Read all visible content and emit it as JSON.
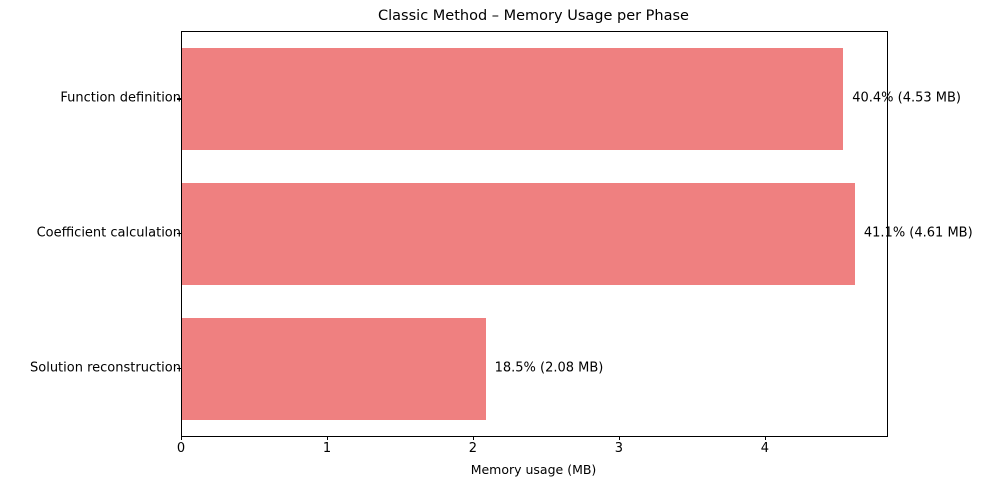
{
  "chart_data": {
    "type": "bar",
    "orientation": "horizontal",
    "title": "Classic Method – Memory Usage per Phase",
    "xlabel": "Memory usage (MB)",
    "ylabel": "",
    "categories": [
      "Solution reconstruction",
      "Coefficient calculation",
      "Function definition"
    ],
    "values": [
      2.08,
      4.61,
      4.53
    ],
    "percentages": [
      18.5,
      41.1,
      40.4
    ],
    "data_labels": [
      "18.5% (2.08 MB)",
      "41.1% (4.61 MB)",
      "40.4% (4.53 MB)"
    ],
    "xlim": [
      0,
      4.83
    ],
    "xticks": [
      0,
      1,
      2,
      3,
      4
    ],
    "xticklabels": [
      "0",
      "1",
      "2",
      "3",
      "4"
    ],
    "grid": false,
    "legend": null,
    "bar_color": "#ef8080",
    "units": "MB"
  },
  "figure": {
    "background_color": "#ffffff",
    "axes_edge_color": "#000000",
    "text_color": "#000000"
  }
}
